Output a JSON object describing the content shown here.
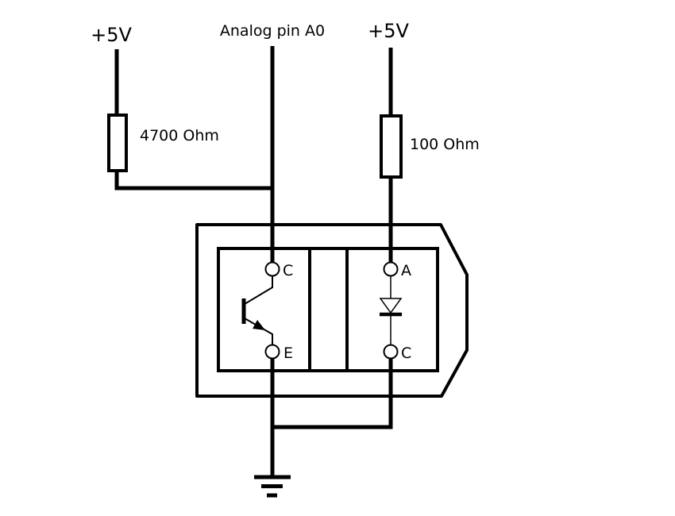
{
  "colors": {
    "line": "#000000",
    "background": "#ffffff",
    "text": "#000000"
  },
  "labels": {
    "supply_left": "+5V",
    "analog_pin": "Analog pin A0",
    "supply_right": "+5V",
    "resistor_left_value": "4700 Ohm",
    "resistor_right_value": "100 Ohm"
  },
  "optocoupler": {
    "terminals": {
      "collector": "C",
      "emitter": "E",
      "anode": "A",
      "cathode": "C"
    }
  }
}
